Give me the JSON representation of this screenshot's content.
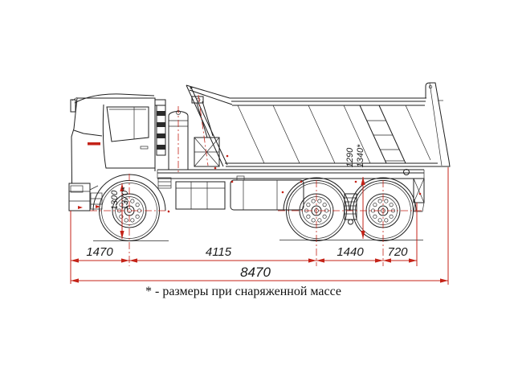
{
  "note": "* - размеры при снаряженной массе",
  "dimensions": {
    "horizontal": {
      "front_overhang": "1470",
      "wheelbase": "4115",
      "tandem_spread": "1440",
      "rear_overhang": "720",
      "overall_length": "8470"
    },
    "vertical": {
      "front_axle": [
        "1300",
        "1370*"
      ],
      "rear_axle": [
        "1290",
        "1340*"
      ]
    }
  },
  "colors": {
    "line": "#1f1f1f",
    "dimension": "#c42318",
    "background": "#ffffff",
    "logo": "#c42318"
  }
}
